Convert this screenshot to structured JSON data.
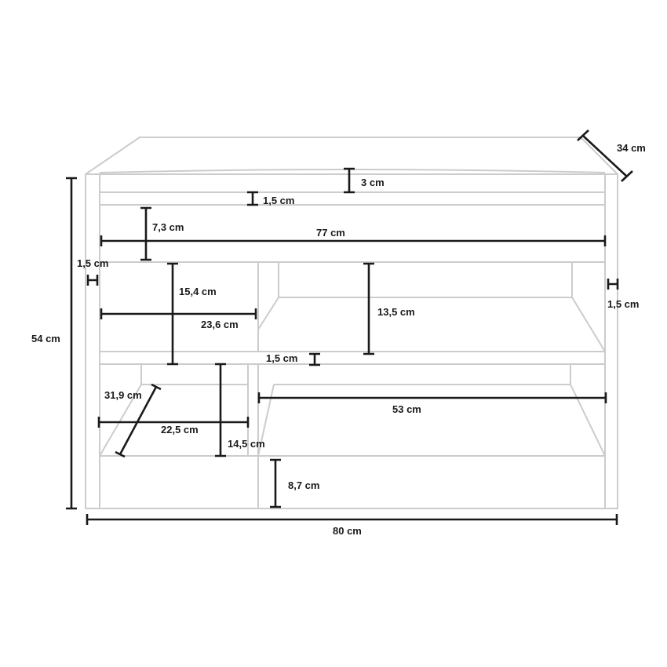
{
  "colors": {
    "furniture_outline": "#cccccc",
    "dimension_line": "#1a1a1a",
    "background": "#ffffff"
  },
  "dimensions": {
    "depth": "34 cm",
    "top_thickness": "3 cm",
    "rail_thickness": "1,5 cm",
    "upper_compartment_height": "7,3 cm",
    "inner_width": "77 cm",
    "left_side_thickness": "1,5 cm",
    "left_cell_height": "15,4 cm",
    "left_cell_width": "23,6 cm",
    "right_compartment_height": "13,5 cm",
    "right_side_thickness": "1,5 cm",
    "middle_shelf_thickness": "1,5 cm",
    "total_height": "54 cm",
    "diagonal_shelf": "31,9 cm",
    "right_lower_width": "53 cm",
    "left_lower_width": "22,5 cm",
    "left_lower_height": "14,5 cm",
    "plinth_height": "8,7 cm",
    "total_width": "80 cm"
  }
}
